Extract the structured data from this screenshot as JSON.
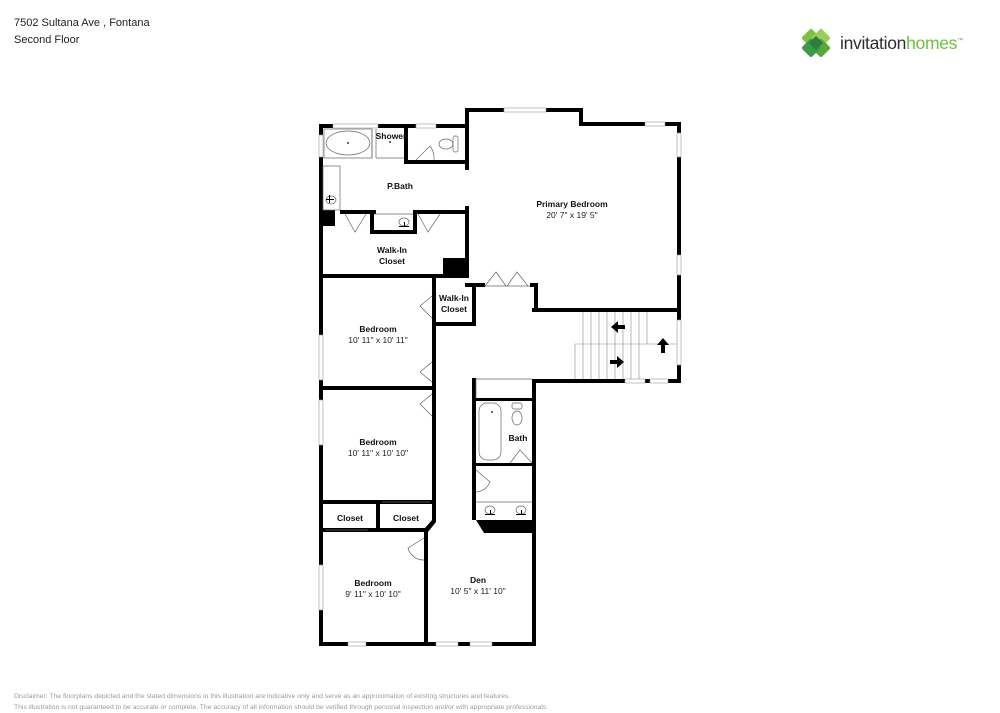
{
  "header": {
    "address": "7502 Sultana Ave , Fontana",
    "floor": "Second Floor"
  },
  "logo": {
    "icon": "clover-logo-icon",
    "word1": "invitation",
    "word2": "homes",
    "colors": {
      "dark_green": "#2f9a48",
      "light_green": "#7cc242",
      "text_dark": "#2e2e2e"
    }
  },
  "rooms": {
    "primary_bath": {
      "label": "P.Bath"
    },
    "shower": {
      "label": "Shower"
    },
    "walk_in_closet_primary": {
      "label1": "Walk-In",
      "label2": "Closet"
    },
    "primary_bedroom": {
      "label": "Primary Bedroom",
      "dims": "20' 7\" x 19' 5\""
    },
    "walk_in_closet_small": {
      "label1": "Walk-In",
      "label2": "Closet"
    },
    "bedroom_1": {
      "label": "Bedroom",
      "dims": "10' 11\" x 10' 11\""
    },
    "bedroom_2": {
      "label": "Bedroom",
      "dims": "10' 11\" x 10' 10\""
    },
    "closet_1": {
      "label": "Closet"
    },
    "closet_2": {
      "label": "Closet"
    },
    "bath": {
      "label": "Bath"
    },
    "bedroom_3": {
      "label": "Bedroom",
      "dims": "9' 11\" x 10' 10\""
    },
    "den": {
      "label": "Den",
      "dims": "10' 5\" x 11' 10\""
    }
  },
  "stairs": {
    "arrows": [
      "arrow-left-icon",
      "arrow-right-icon",
      "arrow-up-icon"
    ]
  },
  "disclaimer": {
    "line1": "Disclaimer: The floorplans depicted and the stated dimensions in this illustration are indicative only and serve as an approximation of existing structures and features.",
    "line2": "This illustration is not guaranteed to be accurate or complete. The accuracy of all information should be verified through personal inspection and/or with appropriate professionals."
  }
}
